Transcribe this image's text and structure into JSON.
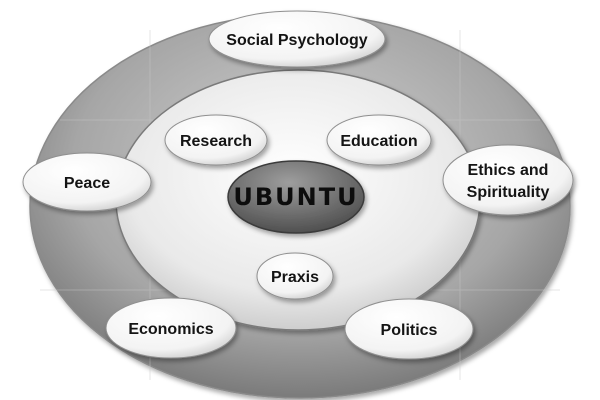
{
  "diagram": {
    "center": "UBUNTU",
    "inner_ring": {
      "research": "Research",
      "education": "Education",
      "praxis": "Praxis"
    },
    "outer_ring": {
      "social_psychology": "Social Psychology",
      "peace": "Peace",
      "ethics_line1": "Ethics and",
      "ethics_line2": "Spirituality",
      "economics": "Economics",
      "politics": "Politics"
    }
  }
}
